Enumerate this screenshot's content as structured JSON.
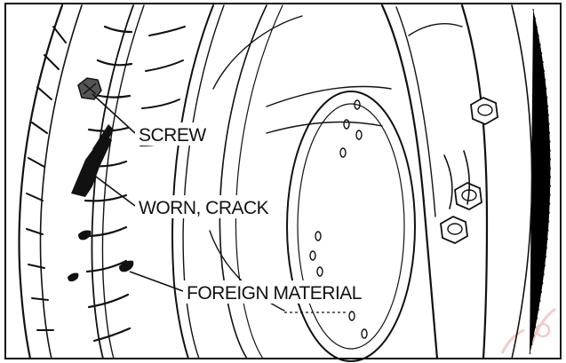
{
  "figure": {
    "callouts": [
      {
        "id": "screw",
        "label": "SCREW"
      },
      {
        "id": "worn",
        "label": "WORN, CRACK"
      },
      {
        "id": "foreign",
        "label": "FOREIGN MATERIAL"
      }
    ]
  },
  "colors": {
    "ink": "#111111",
    "background": "#ffffff",
    "watermark": "#e8a0a0"
  },
  "icons": {
    "screw_head": "hex-screw-icon"
  }
}
